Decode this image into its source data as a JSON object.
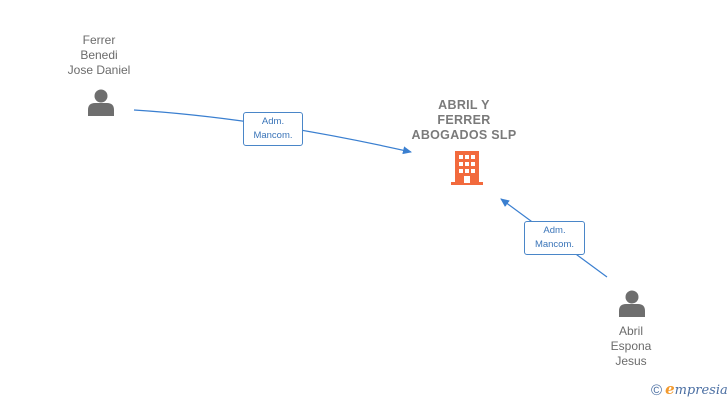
{
  "nodes": {
    "person_1": {
      "name_lines": [
        "Ferrer",
        "Benedi",
        "Jose Daniel"
      ]
    },
    "person_2": {
      "name_lines": [
        "Abril",
        "Espona",
        "Jesus"
      ]
    },
    "company": {
      "name_lines": [
        "ABRIL Y",
        "FERRER",
        "ABOGADOS SLP"
      ]
    }
  },
  "edges": [
    {
      "from": "person_1",
      "to": "company",
      "label_lines": [
        "Adm.",
        "Mancom."
      ]
    },
    {
      "from": "person_2",
      "to": "company",
      "label_lines": [
        "Adm.",
        "Mancom."
      ]
    }
  ],
  "colors": {
    "edge": "#3a7fd0",
    "company_icon": "#f26a3d",
    "person_icon": "#6e6e6e"
  },
  "footer": {
    "copyright_symbol": "©",
    "brand_first_letter": "e",
    "brand_rest": "mpresia"
  }
}
